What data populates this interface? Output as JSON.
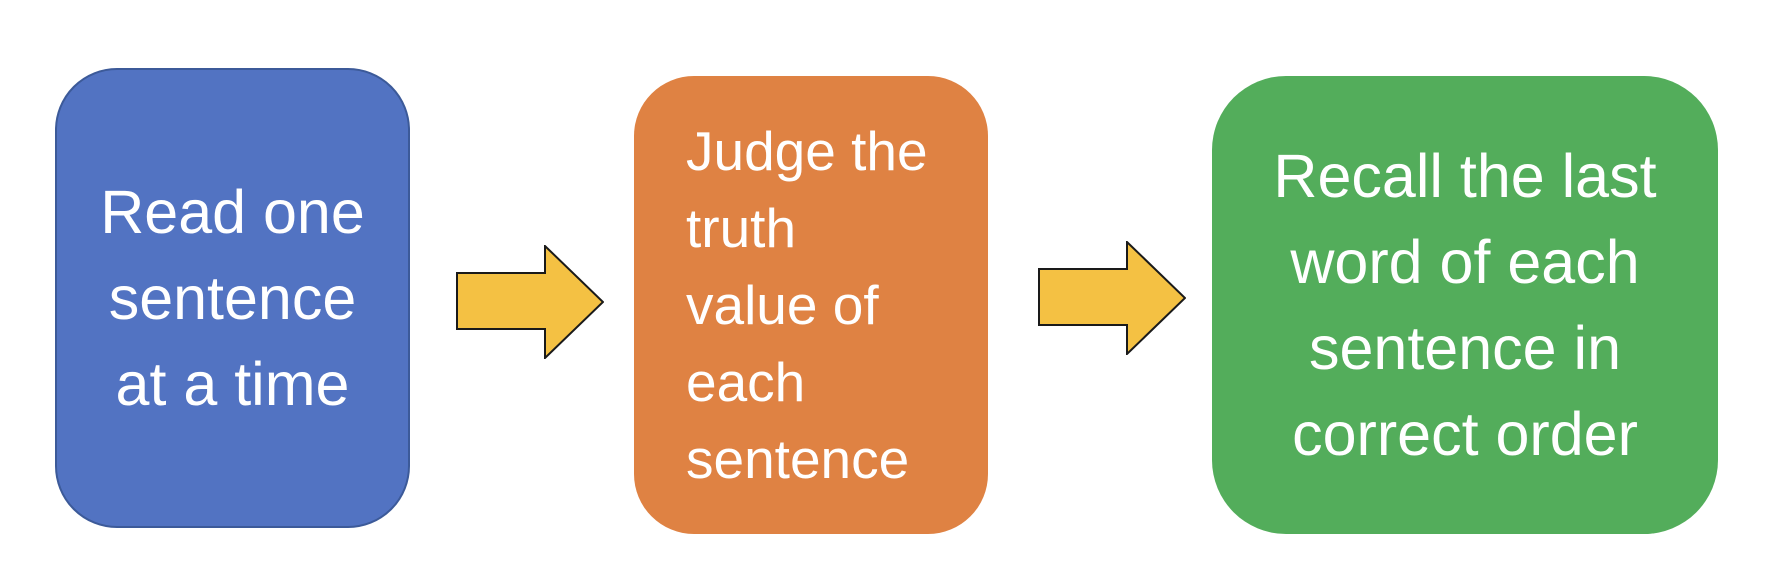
{
  "colors": {
    "box_read": "#5273c2",
    "box_judge": "#df8243",
    "box_recall": "#53ad5b",
    "arrow_fill": "#f4c143",
    "arrow_stroke": "#1a1a1a",
    "text": "#ffffff"
  },
  "steps": [
    {
      "lines": [
        "Read one",
        "sentence",
        "at a time"
      ]
    },
    {
      "lines": [
        "Judge the",
        "truth",
        "value of",
        "each",
        "sentence"
      ]
    },
    {
      "lines": [
        "Recall the last",
        "word of each",
        "sentence in",
        "correct order"
      ]
    }
  ],
  "connectors": [
    {
      "icon": "right-arrow-icon"
    },
    {
      "icon": "right-arrow-icon"
    }
  ]
}
